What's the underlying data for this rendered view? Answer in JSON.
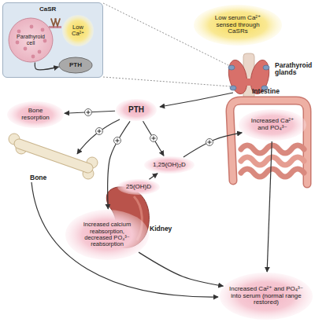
{
  "diagram": {
    "nodes": [
      {
        "text": [
          "CaSR"
        ]
      },
      {
        "text": [
          "Parathyroid cell"
        ],
        "in": 0
      },
      {
        "text": [
          "Low Ca²⁺"
        ],
        "in": 0
      },
      {
        "text": [
          "PTH"
        ],
        "in": 0
      },
      {
        "text": [
          "Low serum Ca²⁺ sensed through CaSRs"
        ]
      },
      {
        "text": [
          "PTH"
        ]
      },
      {
        "text": [
          "Bone resorption"
        ]
      },
      {
        "text": [
          "Increased Ca²⁺ and PO₄³⁻"
        ]
      },
      {
        "text": [
          "1,25(OH)₂D"
        ]
      },
      {
        "text": [
          "25(OH)D"
        ]
      },
      {
        "text": [
          "Increased calcium reabsorption, decreased PO₄³⁻ reabsorption"
        ]
      },
      {
        "text": [
          "Increased Ca²⁺ and PO₄³⁻ into serum (normal range restored)"
        ]
      }
    ],
    "edges": [
      {
        "from": 1,
        "to": 3,
        "arrow": "to"
      },
      {
        "from": 5,
        "to": 6,
        "arrow": "to"
      },
      {
        "from": 5,
        "to": 10,
        "arrow": "to"
      },
      {
        "from": 5,
        "to": 8,
        "arrow": "to"
      },
      {
        "from": 9,
        "to": 8,
        "arrow": "to"
      },
      {
        "from": 8,
        "to": 7,
        "arrow": "to"
      },
      {
        "from": 7,
        "to": 11,
        "arrow": "to"
      },
      {
        "from": 10,
        "to": 11,
        "arrow": "to"
      }
    ],
    "labels": [
      "Parathyroid glands",
      "Bone",
      "Intestine",
      "Kidney"
    ]
  }
}
